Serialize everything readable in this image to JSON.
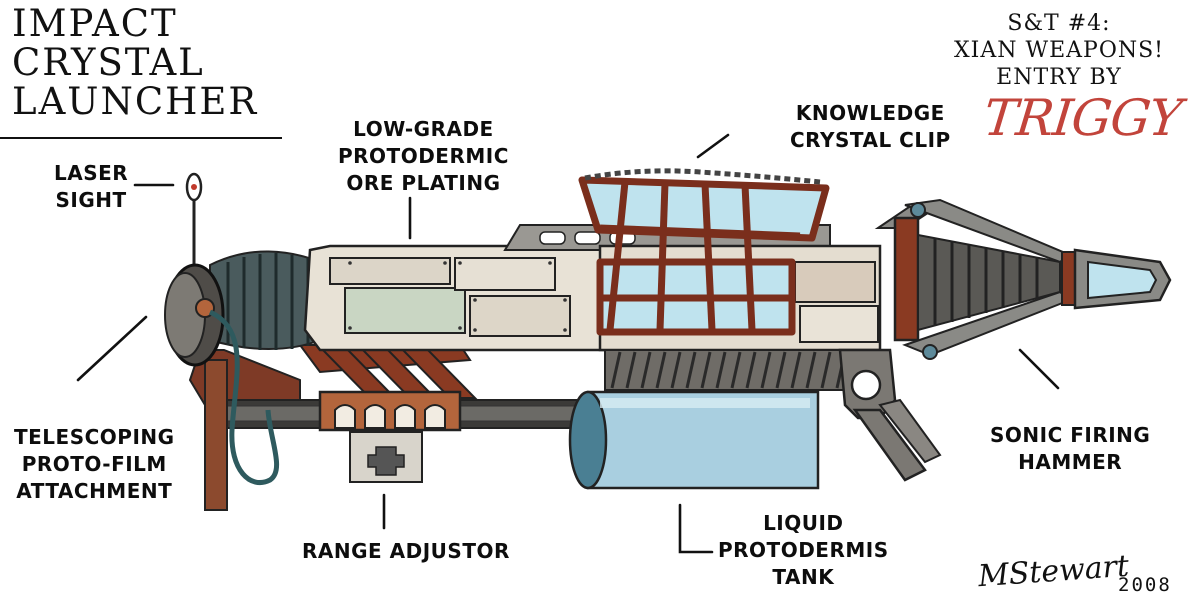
{
  "title_lines": [
    "IMPACT",
    "CRYSTAL",
    "LAUNCHER"
  ],
  "entry_lines": [
    "S&T #4:",
    "XIAN WEAPONS!",
    "ENTRY BY"
  ],
  "author": "TRIGGY",
  "labels": {
    "laser_sight": [
      "LASER",
      "SIGHT"
    ],
    "ore_plating": [
      "LOW-GRADE",
      "PROTODERMIC",
      "ORE PLATING"
    ],
    "crystal_clip": [
      "KNOWLEDGE",
      "CRYSTAL CLIP"
    ],
    "proto_film": [
      "TELESCOPING",
      "PROTO-FILM",
      "ATTACHMENT"
    ],
    "range_adjustor": [
      "RANGE ADJUSTOR"
    ],
    "liquid_tank": [
      "LIQUID",
      "PROTODERMIS",
      "TANK"
    ],
    "sonic_hammer": [
      "SONIC FIRING",
      "HAMMER"
    ]
  },
  "signature": "MStewart",
  "year": "2008",
  "colors": {
    "ink": "#111111",
    "author_red": "#c2443b",
    "plating": "#e8e2d6",
    "plating_green": "#c9d6c3",
    "rust": "#8a3a22",
    "copper": "#b3653c",
    "steel": "#8a8a86",
    "tank_blue": "#a9cfe0",
    "crystal_blue": "#bfe3ee",
    "hose_teal": "#2e5a5e"
  }
}
